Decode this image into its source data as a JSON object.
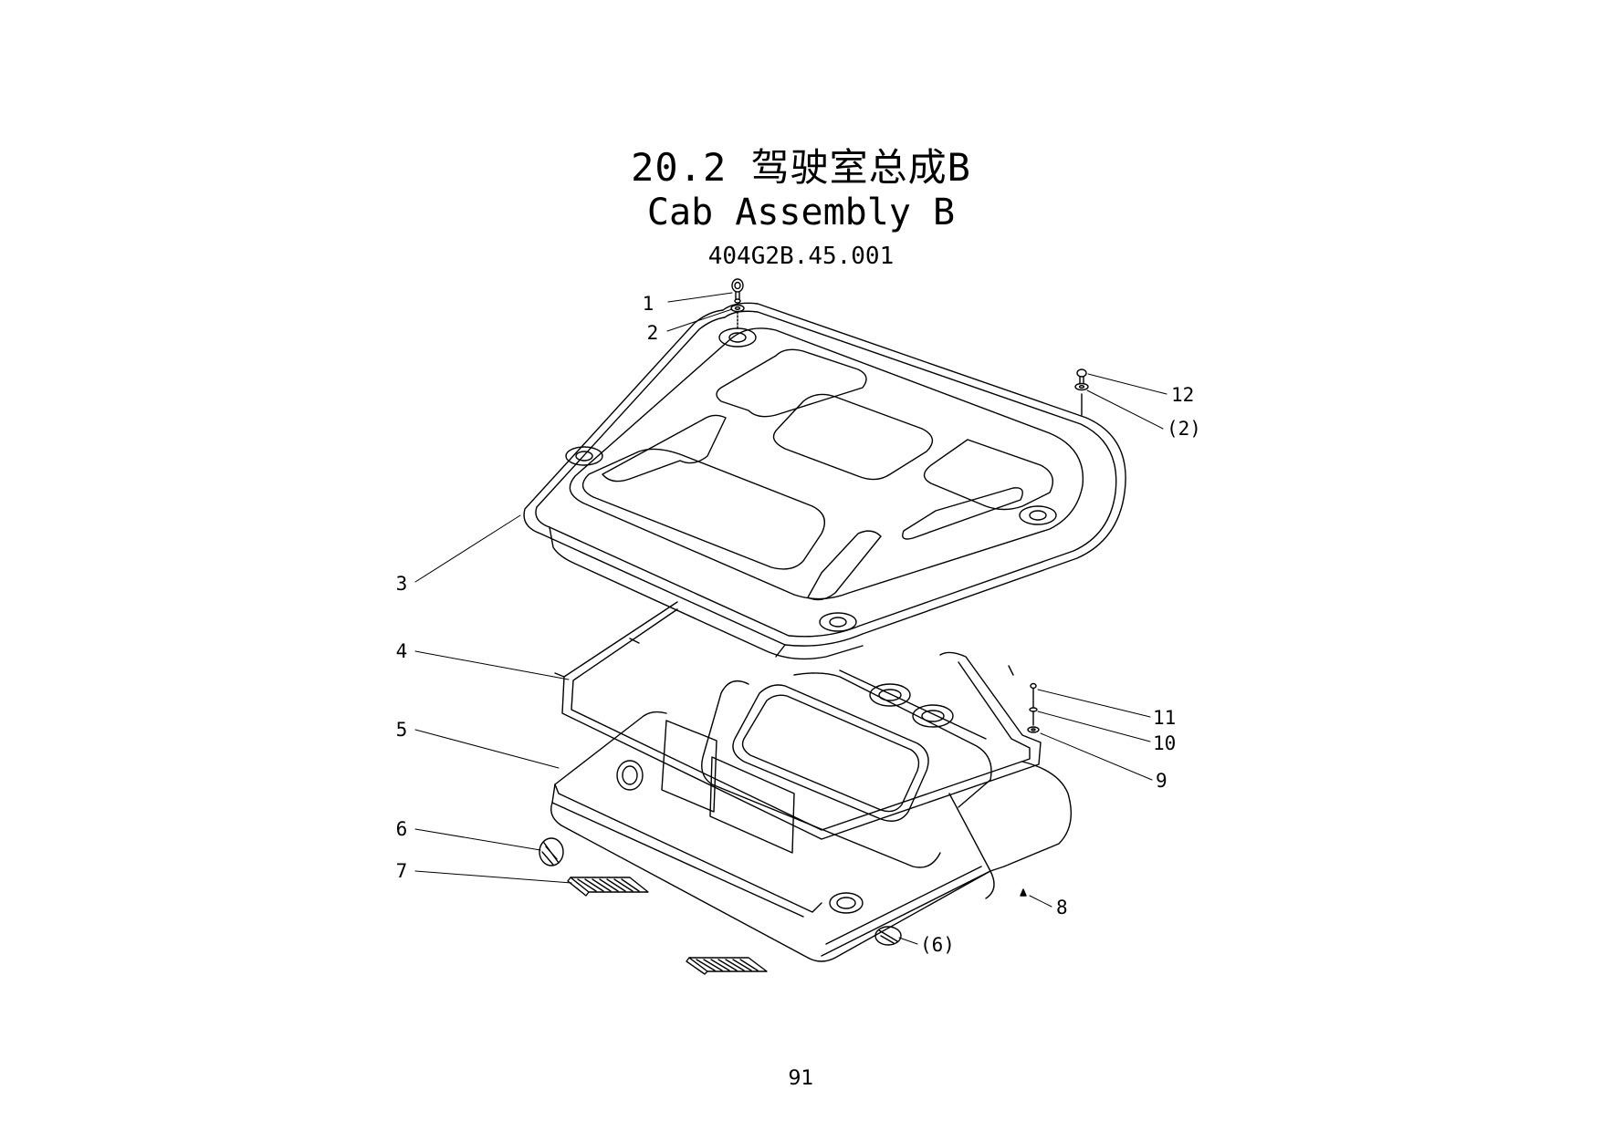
{
  "header": {
    "title_cn": "20.2 驾驶室总成B",
    "title_en": "Cab Assembly B",
    "part_number": "404G2B.45.001"
  },
  "callouts": {
    "c1": "1",
    "c2": "2",
    "c3": "3",
    "c4": "4",
    "c5": "5",
    "c6": "6",
    "c7": "7",
    "c8": "8",
    "c9": "9",
    "c10": "10",
    "c11": "11",
    "c12": "12",
    "c12b": "(2)",
    "c6b": "(6)"
  },
  "footer": {
    "page_number": "91"
  }
}
